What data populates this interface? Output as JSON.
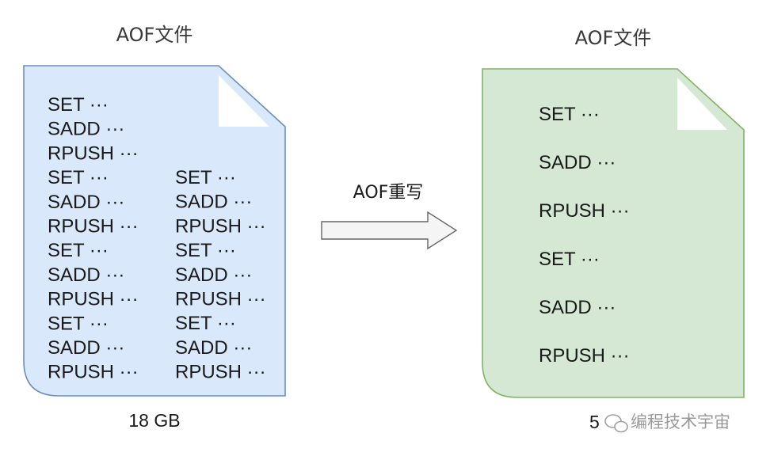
{
  "left_file": {
    "title": "AOF文件",
    "size_label": "18 GB",
    "fill_color": "#dae8fc",
    "stroke_color": "#6c8ebf",
    "col1": [
      "SET ···",
      "SADD ···",
      "RPUSH ···",
      "SET ···",
      "SADD ···",
      "RPUSH ···",
      "SET ···",
      "SADD ···",
      "RPUSH ···",
      "SET ···",
      "SADD ···",
      "RPUSH ···"
    ],
    "col2": [
      "SET ···",
      "SADD ···",
      "RPUSH ···",
      "SET ···",
      "SADD ···",
      "RPUSH ···",
      "SET ···",
      "SADD ···",
      "RPUSH ···"
    ]
  },
  "arrow": {
    "label": "AOF重写"
  },
  "right_file": {
    "title": "AOF文件",
    "size_label": "5",
    "fill_color": "#d5e8d4",
    "stroke_color": "#82b366",
    "commands": [
      "SET ···",
      "SADD ···",
      "RPUSH ···",
      "SET ···",
      "SADD ···",
      "RPUSH ···"
    ]
  },
  "watermark": {
    "text": "编程技术宇宙"
  }
}
